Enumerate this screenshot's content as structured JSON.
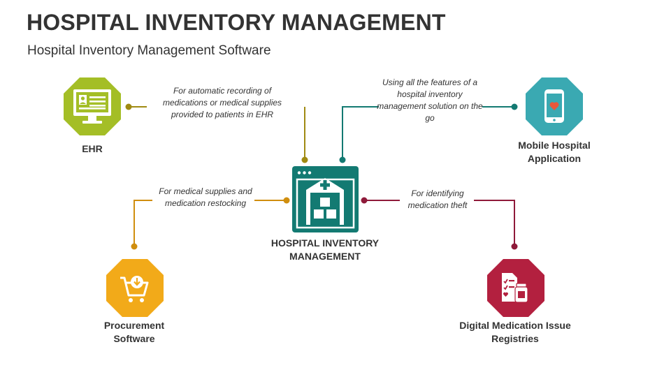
{
  "header": {
    "title": "HOSPITAL INVENTORY MANAGEMENT",
    "subtitle": "Hospital Inventory Management Software"
  },
  "center": {
    "label_line1": "HOSPITAL INVENTORY",
    "label_line2": "MANAGEMENT",
    "color": "#137A72",
    "icon": "hospital-building-icon"
  },
  "nodes": {
    "ehr": {
      "label": "EHR",
      "description": "For automatic recording of medications or medical supplies provided to patients in EHR",
      "color": "#A4BE26",
      "icon": "computer-monitor-icon"
    },
    "mobile": {
      "label_line1": "Mobile Hospital",
      "label_line2": "Application",
      "description": "Using all the features of a hospital inventory management solution on the go",
      "color": "#3AA9B2",
      "icon": "smartphone-heart-icon"
    },
    "procurement": {
      "label_line1": "Procurement",
      "label_line2": "Software",
      "description": "For medical supplies and medication restocking",
      "color": "#F2AA19",
      "icon": "shopping-cart-icon"
    },
    "registries": {
      "label_line1": "Digital Medication Issue",
      "label_line2": "Registries",
      "description": "For identifying medication theft",
      "color": "#B3203F",
      "icon": "medication-checklist-icon"
    }
  }
}
